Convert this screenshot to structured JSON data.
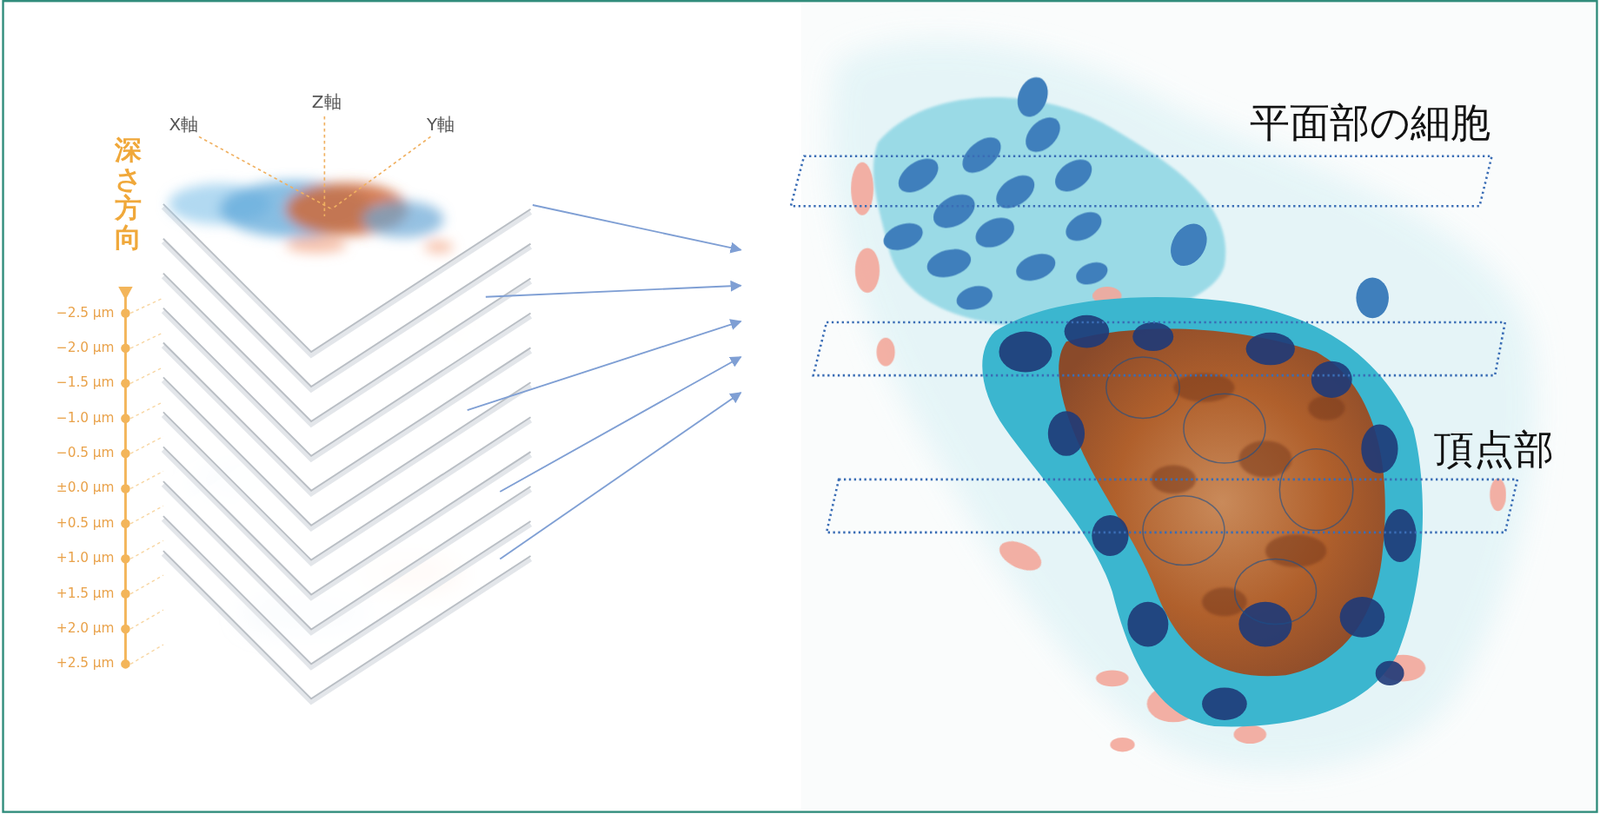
{
  "diagram": {
    "labels": [
      "X軸",
      "Z軸",
      "Y軸",
      "深さ方向",
      "−2.5 µm",
      "−2.0 µm",
      "−1.5 µm",
      "−1.0 µm",
      "−0.5 µm",
      "±0.0 µm",
      "+0.5 µm",
      "+1.0 µm",
      "+1.5 µm",
      "+2.0 µm",
      "+2.5 µm",
      "平面部の細胞",
      "頂点部"
    ]
  }
}
